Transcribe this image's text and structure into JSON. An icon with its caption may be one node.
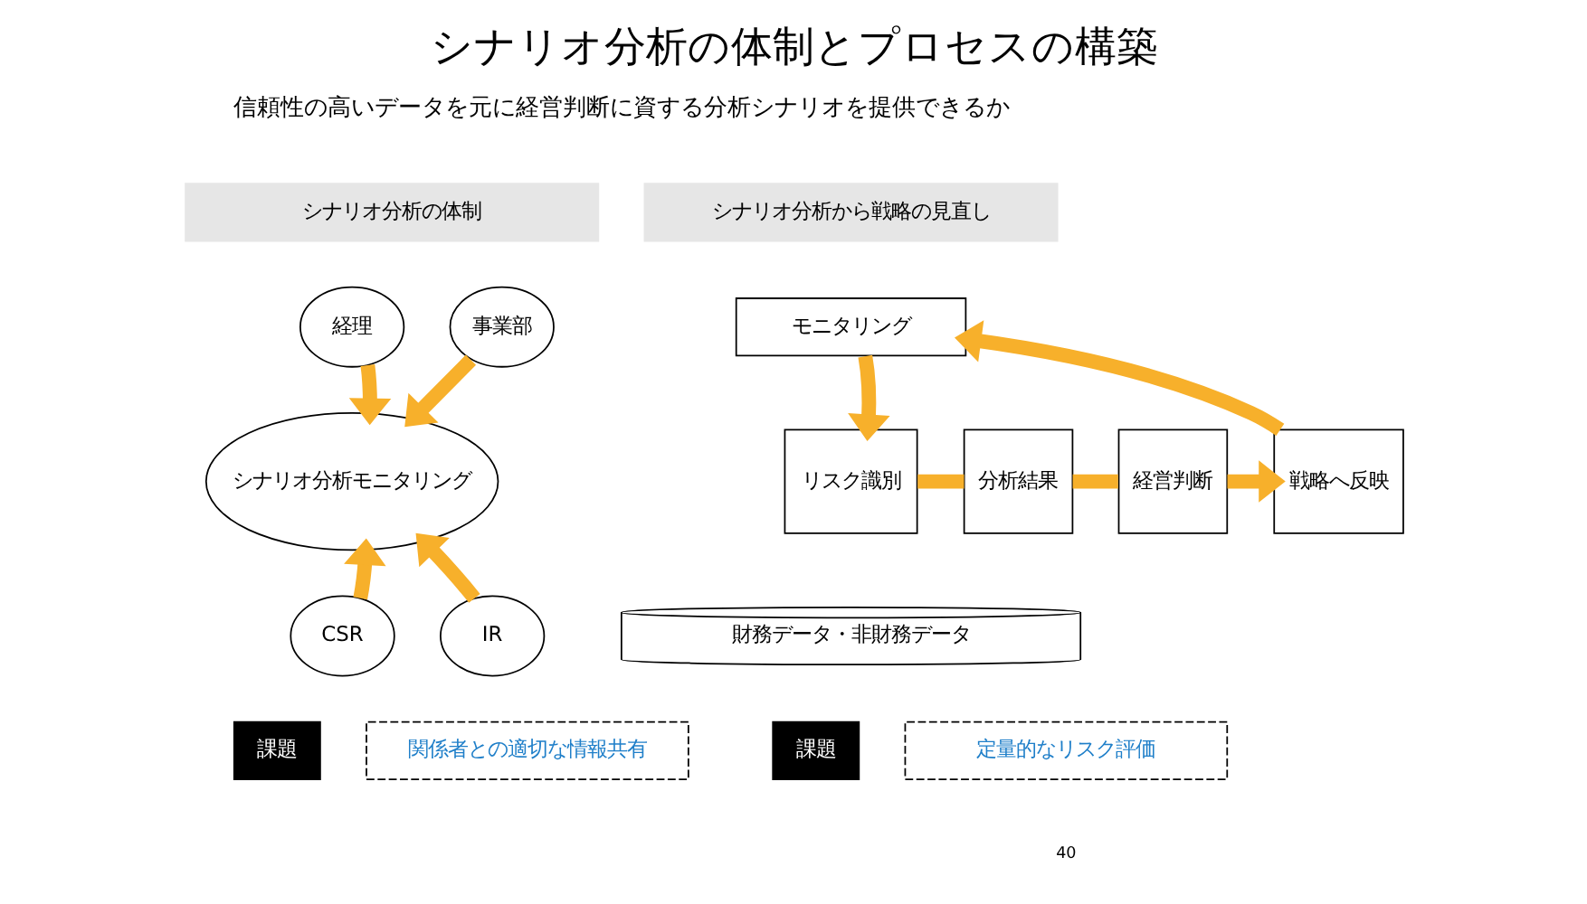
{
  "diagram": {
    "title": "シナリオ分析の体制とプロセスの構築",
    "nodes": [
      {
        "text": [
          "シナリオ分析の体制"
        ]
      },
      {
        "text": [
          "経理"
        ]
      },
      {
        "text": [
          "事業部"
        ]
      },
      {
        "text": [
          "シナリオ分析モニタリング"
        ]
      },
      {
        "text": [
          "CSR"
        ]
      },
      {
        "text": [
          "IR"
        ]
      },
      {
        "text": [
          "課題"
        ]
      },
      {
        "text": [
          "関係者との適切な情報共有"
        ]
      },
      {
        "text": [
          "シナリオ分析から戦略の見直し"
        ]
      },
      {
        "text": [
          "モニタリング"
        ]
      },
      {
        "text": [
          "リスク識別"
        ]
      },
      {
        "text": [
          "分析結果"
        ]
      },
      {
        "text": [
          "経営判断"
        ]
      },
      {
        "text": [
          "戦略へ反映"
        ]
      },
      {
        "text": [
          "財務データ・非財務データ"
        ]
      },
      {
        "text": [
          "課題"
        ]
      },
      {
        "text": [
          "定量的なリスク評価"
        ]
      }
    ],
    "edges": [
      {
        "from": 1,
        "to": 3,
        "arrow": "to"
      },
      {
        "from": 2,
        "to": 3,
        "arrow": "to"
      },
      {
        "from": 4,
        "to": 3,
        "arrow": "to"
      },
      {
        "from": 5,
        "to": 3,
        "arrow": "to"
      },
      {
        "from": 13,
        "to": 9,
        "arrow": "to"
      },
      {
        "from": 9,
        "to": 10,
        "arrow": "to"
      },
      {
        "from": 10,
        "to": 11,
        "arrow": "none"
      },
      {
        "from": 11,
        "to": 12,
        "arrow": "none"
      },
      {
        "from": 12,
        "to": 13,
        "arrow": "to"
      }
    ],
    "labels": [
      "信頼性の高いデータを元に経営判断に資する分析シナリオを提供できるか",
      "40"
    ]
  }
}
